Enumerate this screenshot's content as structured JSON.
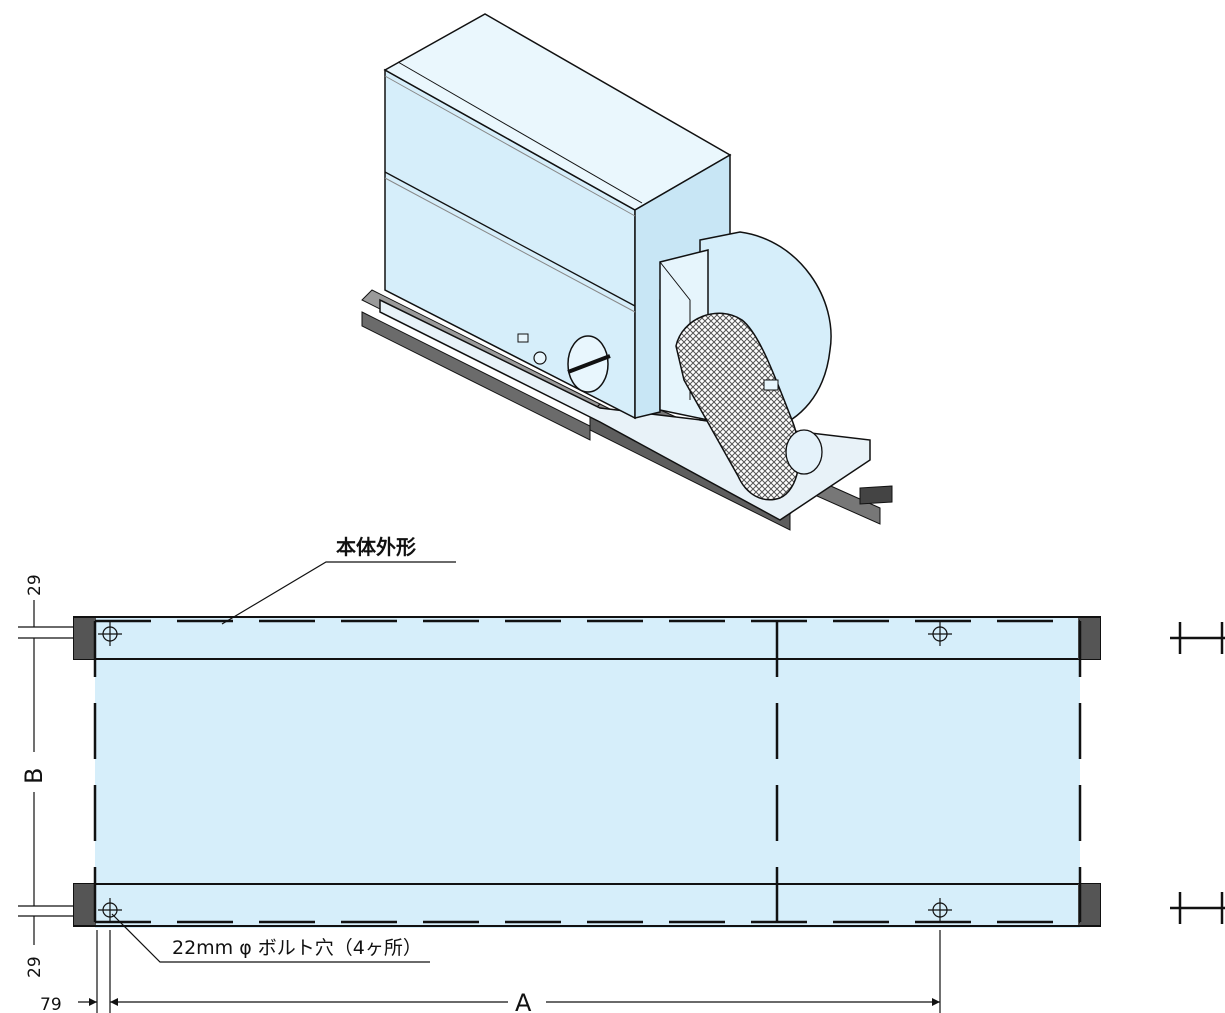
{
  "labels": {
    "body_outline": "本体外形",
    "bolt_hole": "22mm φ ボルト穴（4ヶ所）"
  },
  "dimensions": {
    "top_offset": "29",
    "bottom_offset": "29",
    "left_offset": "79",
    "span_a": "A",
    "span_b": "B"
  },
  "colors": {
    "body_fill": "#d6eefa",
    "rail_fill": "#555555",
    "line": "#111111",
    "mesh": "#666666"
  },
  "icons": {
    "steel_section": "h-beam-icon",
    "bolt": "bolt-hole-crosshair-icon"
  }
}
